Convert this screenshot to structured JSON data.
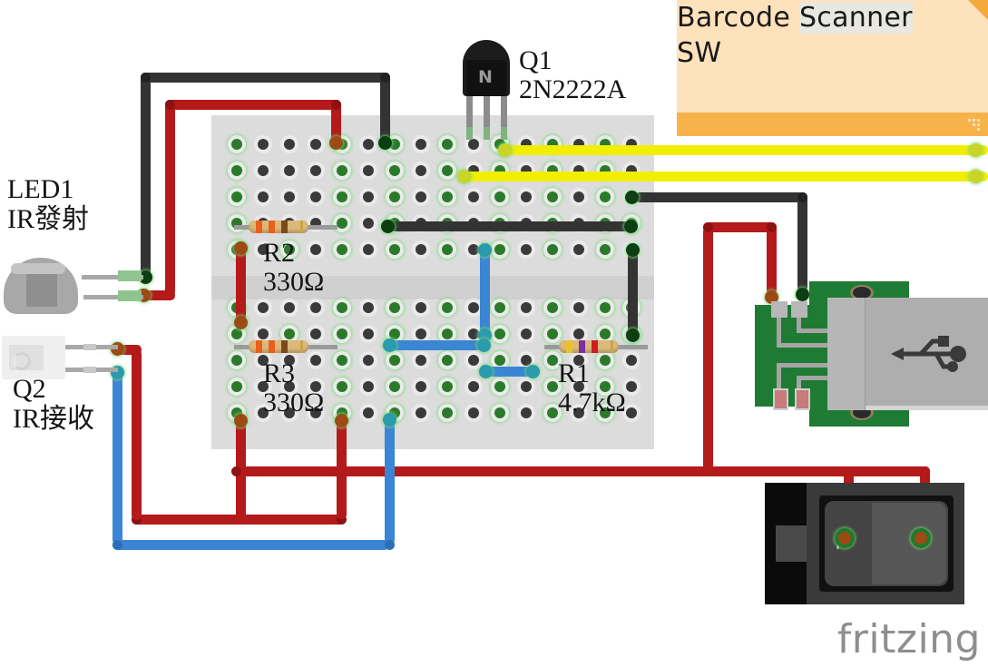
{
  "note": {
    "line1_pre": "Barcode ",
    "line1_hl": "Scanner",
    "line2": "SW",
    "bg_color": "#fde2bc",
    "bar_color": "#f7b34a",
    "highlight_color": "#e8e8e0"
  },
  "components": {
    "q1": {
      "ref": "Q1",
      "part": "2N2222A",
      "logo": "N"
    },
    "led1": {
      "ref": "LED1",
      "desc": "IR發射"
    },
    "q2": {
      "ref": "Q2",
      "desc": "IR接收"
    },
    "r1": {
      "ref": "R1",
      "value": "4.7kΩ",
      "bands": [
        "#e8c22a",
        "#7b2fa0",
        "#cc1f1f"
      ]
    },
    "r2": {
      "ref": "R2",
      "value": "330Ω",
      "bands": [
        "#e8611a",
        "#e8611a",
        "#7a4a1a"
      ]
    },
    "r3": {
      "ref": "R3",
      "value": "330Ω",
      "bands": [
        "#e8611a",
        "#e8611a",
        "#7a4a1a"
      ]
    },
    "usb": {
      "name": "USB-A breakout",
      "symbol": "usb-trident"
    },
    "switch": {
      "name": "rocker-switch",
      "marking": "I"
    }
  },
  "breadboard": {
    "rows": 10,
    "columns": 16,
    "hole_pitch": 29
  },
  "wire_colors": {
    "red": "#b51a1a",
    "black": "#333333",
    "blue": "#3a86d4",
    "yellow": "#f2ee00"
  },
  "footer": {
    "logo": "fritzing"
  }
}
